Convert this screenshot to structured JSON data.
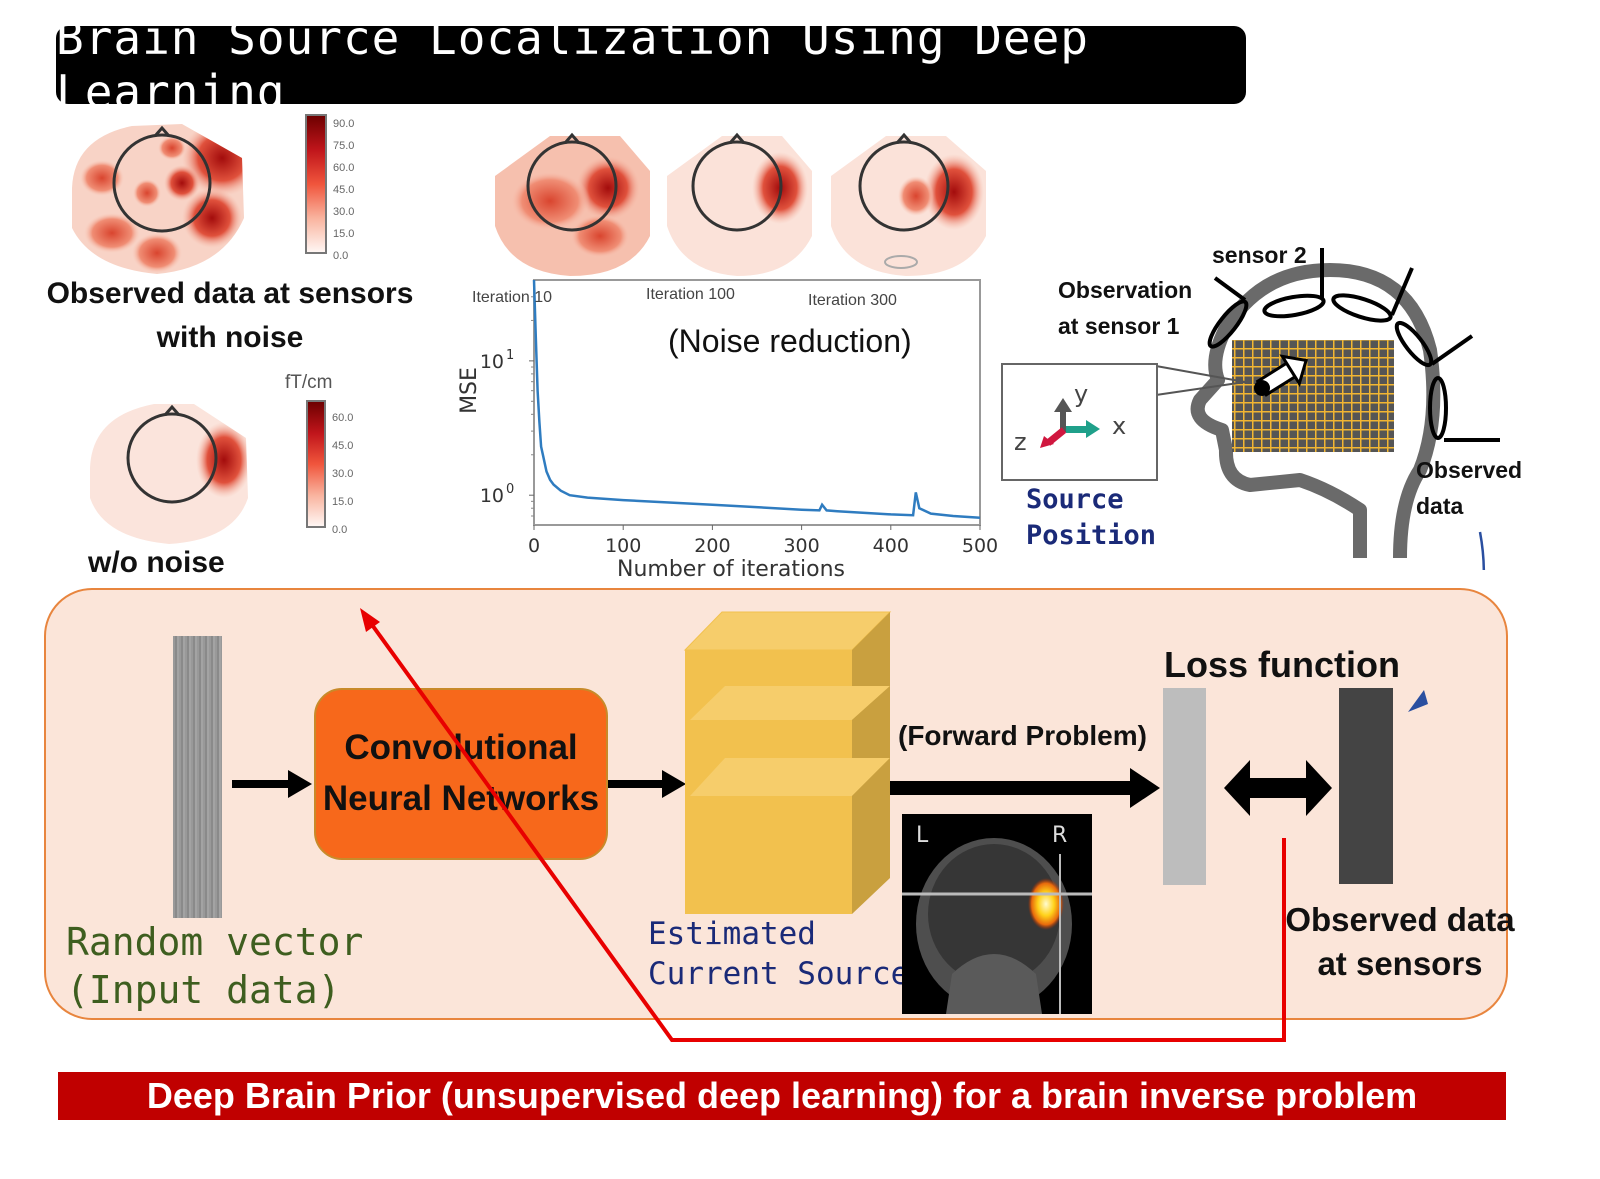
{
  "title": "Brain Source Localization Using Deep Learning",
  "topomaps": {
    "noisy_label_line1": "Observed data at sensors",
    "noisy_label_line2": "with noise",
    "clean_label": "w/o noise",
    "colorbar_noisy_ticks": [
      "90.0",
      "75.0",
      "60.0",
      "45.0",
      "30.0",
      "15.0",
      "0.0"
    ],
    "colorbar_clean_unit": "fT/cm",
    "colorbar_clean_ticks": [
      "60.0",
      "45.0",
      "30.0",
      "15.0",
      "0.0"
    ],
    "iteration_labels": [
      "Iteration 10",
      "Iteration 100",
      "Iteration 300"
    ]
  },
  "chart_data": {
    "type": "line",
    "title": "",
    "annotation": "(Noise reduction)",
    "xlabel": "Number of iterations",
    "ylabel": "MSE",
    "yscale": "log",
    "xlim": [
      0,
      500
    ],
    "ylim": [
      0.6,
      40
    ],
    "x_ticks": [
      "0",
      "100",
      "200",
      "300",
      "400",
      "500"
    ],
    "y_ticks": [
      {
        "value": 1,
        "label": "10^0"
      },
      {
        "value": 10,
        "label": "10^1"
      }
    ],
    "series": [
      {
        "name": "MSE",
        "color": "#2f7cc0",
        "x": [
          0,
          2,
          4,
          6,
          8,
          10,
          14,
          18,
          22,
          30,
          40,
          60,
          100,
          200,
          300,
          320,
          323,
          328,
          340,
          400,
          425,
          428,
          432,
          445,
          470,
          500
        ],
        "y": [
          40,
          15,
          6,
          3.5,
          2.3,
          2.0,
          1.5,
          1.3,
          1.2,
          1.08,
          1.0,
          0.96,
          0.92,
          0.85,
          0.78,
          0.77,
          0.85,
          0.77,
          0.76,
          0.72,
          0.71,
          1.05,
          0.8,
          0.73,
          0.7,
          0.68
        ]
      }
    ]
  },
  "head_diagram": {
    "sensor_2_label": "sensor 2",
    "observation_line1": "Observation",
    "observation_line2": "at sensor 1",
    "observed_line1": "Observed",
    "observed_line2": "data",
    "axis_x": "x",
    "axis_y": "y",
    "axis_z": "z",
    "source_line1": "Source",
    "source_line2": "Position"
  },
  "pipeline": {
    "random_vector_line1": "Random vector",
    "random_vector_line2": "(Input data)",
    "cnn_line1": "Convolutional",
    "cnn_line2": "Neural Networks",
    "estimated_line1": "Estimated",
    "estimated_line2": "Current Source",
    "forward_problem": "(Forward Problem)",
    "loss_function": "Loss function",
    "observed_line1": "Observed data",
    "observed_line2": "at sensors",
    "mri_left": "L",
    "mri_right": "R"
  },
  "colors": {
    "panel_bg": "#fbe5d9",
    "panel_border": "#e8853e",
    "cnn_orange": "#f7681b",
    "cube_yellow": "#f2c14e",
    "feedback_red": "#e80000",
    "footer_red": "#c00000",
    "random_vector_green": "#3e5e1f",
    "estimated_navy": "#1a2a78",
    "source_navy": "#1a2a78"
  },
  "footer": "Deep Brain Prior (unsupervised deep learning) for a brain inverse problem"
}
